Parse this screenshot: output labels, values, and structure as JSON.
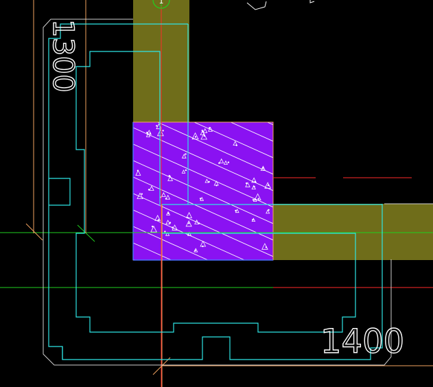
{
  "app": {
    "view": "cad-model-space"
  },
  "colors": {
    "background": "#000000",
    "wall_fill": "#6f6d1a",
    "column_fill": "#8a12f2",
    "hatch": "#ffffff",
    "cyan": "#2ee6e6",
    "green": "#1fd11f",
    "red": "#ff2a2a",
    "orange": "#f5a561",
    "gray": "#cfcfcf",
    "yellow": "#f0e040"
  },
  "dimensions": {
    "vertical_label": "1300",
    "horizontal_label": "1400"
  },
  "markers": {
    "axis_bubble": {
      "label": "1",
      "icon": "axis-bubble-icon"
    }
  }
}
